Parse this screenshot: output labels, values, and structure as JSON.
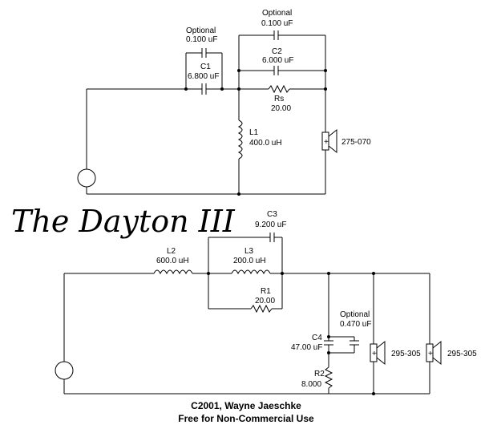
{
  "title": "The Dayton III",
  "tweeter_circuit": {
    "c_opt_series_label": "Optional",
    "c_opt_series_value": "0.100 uF",
    "c1_label": "C1",
    "c1_value": "6.800 uF",
    "c_opt_top_label": "Optional",
    "c_opt_top_value": "0.100 uF",
    "c2_label": "C2",
    "c2_value": "6.000 uF",
    "rs_label": "Rs",
    "rs_value": "20.00",
    "l1_label": "L1",
    "l1_value": "400.0 uH",
    "driver": "275-070"
  },
  "woofer_circuit": {
    "c3_label": "C3",
    "c3_value": "9.200 uF",
    "l2_label": "L2",
    "l2_value": "600.0 uH",
    "l3_label": "L3",
    "l3_value": "200.0 uH",
    "r1_label": "R1",
    "r1_value": "20.00",
    "c_opt_label": "Optional",
    "c_opt_value": "0.470 uF",
    "c4_label": "C4",
    "c4_value": "47.00 uF",
    "r2_label": "R2",
    "r2_value": "8.000",
    "driver1": "295-305",
    "driver2": "295-305"
  },
  "credit_line1": "C2001, Wayne Jaeschke",
  "credit_line2": "Free for Non-Commercial Use"
}
